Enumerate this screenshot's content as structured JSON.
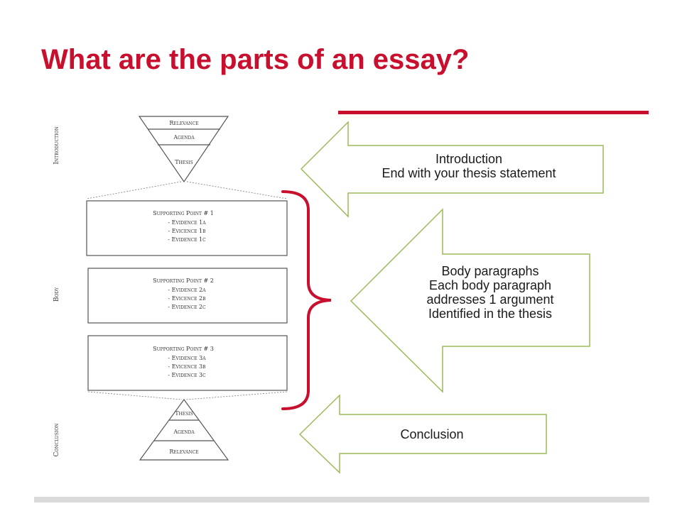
{
  "slide": {
    "title": "What are the parts of an essay?"
  },
  "colors": {
    "title": "#c8102e",
    "accent_line": "#c8102e",
    "bracket": "#c8102e",
    "arrow_stroke": "#9bbb59",
    "diagram_stroke": "#555555",
    "footer_bar": "#d9dbdc"
  },
  "essay_diagram": {
    "introduction": {
      "side_label": "Introduction",
      "layers": [
        "Relevance",
        "Agenda",
        "Thesis"
      ]
    },
    "body": {
      "side_label": "Body",
      "boxes": [
        {
          "heading": "Supporting Point # 1",
          "items": [
            "- Evidence 1a",
            "- Evicence 1b",
            "- Evidence 1c"
          ]
        },
        {
          "heading": "Supporting Point # 2",
          "items": [
            "- Evidence 2a",
            "- Evicence 2b",
            "- Evidence 2c"
          ]
        },
        {
          "heading": "Supporting Point # 3",
          "items": [
            "- Evidence 3a",
            "- Evicence 3b",
            "- Evidence 3c"
          ]
        }
      ]
    },
    "conclusion": {
      "side_label": "Conclusion",
      "layers": [
        "Thesis",
        "Agenda",
        "Relevance"
      ]
    }
  },
  "callouts": {
    "introduction": {
      "lines": [
        "Introduction",
        "End with your thesis statement"
      ]
    },
    "body": {
      "lines": [
        "Body paragraphs",
        "Each body paragraph",
        "addresses 1 argument",
        "Identified in the thesis"
      ]
    },
    "conclusion": {
      "lines": [
        "Conclusion"
      ]
    }
  }
}
